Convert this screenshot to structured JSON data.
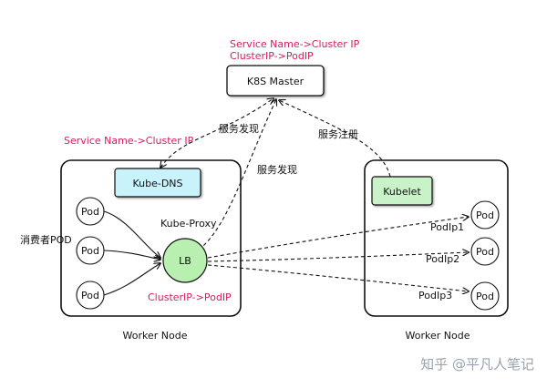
{
  "annotations": {
    "master_line1": "Service Name->Cluster IP",
    "master_line2": "ClusterIP->PodIP",
    "dns_mapping": "Service Name->Cluster IP",
    "lb_mapping": "ClusterIP->PodIP"
  },
  "master": {
    "label": "K8S Master"
  },
  "edges": {
    "discovery_top": "服务发现",
    "discovery_right": "服务发现",
    "register": "服务注册"
  },
  "left_node": {
    "dns_label": "Kube-DNS",
    "proxy_label": "Kube-Proxy",
    "lb_label": "LB",
    "consumer_label": "消费者POD",
    "pods": [
      "Pod",
      "Pod",
      "Pod"
    ],
    "caption": "Worker Node"
  },
  "right_node": {
    "kubelet_label": "Kubelet",
    "pods": [
      "Pod",
      "Pod",
      "Pod"
    ],
    "pod_ips": [
      "PodIp1",
      "PodIp2",
      "PodIp3"
    ],
    "caption": "Worker Node"
  },
  "watermark": "知乎 @平凡人笔记",
  "colors": {
    "pink": "#d81b60",
    "dns_fill": "#c8f3fb",
    "kubelet_fill": "#c9f2c9",
    "lb_fill": "#b9efb0"
  }
}
